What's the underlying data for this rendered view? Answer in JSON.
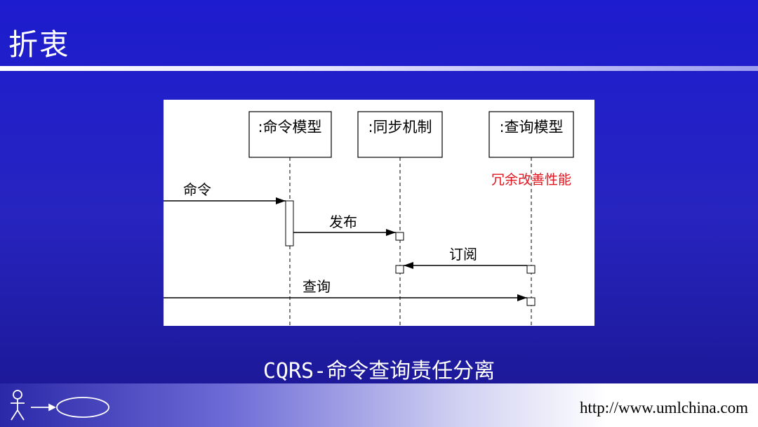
{
  "slide": {
    "title": "折衷",
    "caption": "CQRS-命令查询责任分离",
    "footer_url": "http://www.umlchina.com"
  },
  "diagram": {
    "lifelines": [
      {
        "label": ":命令模型"
      },
      {
        "label": ":同步机制"
      },
      {
        "label": ":查询模型"
      }
    ],
    "messages": [
      {
        "label": "命令"
      },
      {
        "label": "发布"
      },
      {
        "label": "订阅"
      },
      {
        "label": "查询"
      }
    ],
    "note": "冗余改善性能",
    "note_color": "#e0141e"
  },
  "colors": {
    "background": "#2724c0",
    "title_text": "#ffffff",
    "panel": "#ffffff",
    "line": "#000000"
  },
  "icons": [
    "actor-icon",
    "arrow-icon",
    "use-case-ellipse-icon"
  ]
}
